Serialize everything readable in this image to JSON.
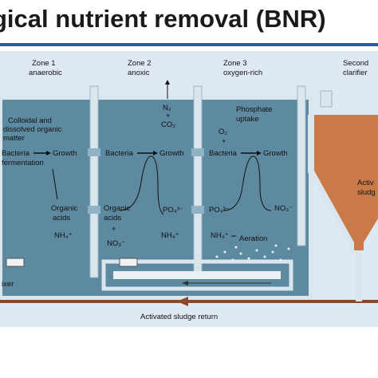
{
  "title": "gical nutrient removal (BNR)",
  "zones": [
    {
      "name": "Zone 1",
      "desc": "anaerobic"
    },
    {
      "name": "Zone 2",
      "desc": "anoxic"
    },
    {
      "name": "Zone 3",
      "desc": "oxygen-rich"
    },
    {
      "name": "Second",
      "desc": "clarifier"
    }
  ],
  "labels": {
    "colloidal": [
      "Colloidal and",
      "dissolved organic",
      "matter"
    ],
    "bacteria": "Bacteria",
    "growth": "Growth",
    "fermentation": "fermentation",
    "organic_acids": [
      "Organic",
      "acids"
    ],
    "nh4": "NH₄⁺",
    "no3": "NO₃⁻",
    "po4": "PO₄³⁻",
    "plus": "+",
    "n2": "N₂",
    "co2": "CO₂",
    "o2": "O₂",
    "phosphate_uptake": [
      "Phosphate",
      "uptake"
    ],
    "aeration": "Aeration",
    "activated_sludge_clarifier": [
      "Activ",
      "sludg"
    ],
    "mixer": "ixer",
    "return": "Activated sludge return"
  },
  "colors": {
    "tank_water": "#5e8aa1",
    "tank_wall": "#d9e6ee",
    "background": "#dfe9f4",
    "sludge": "#c97a47",
    "return_arrow": "#8a4a2a",
    "title_rule": "#2d5b9a"
  }
}
